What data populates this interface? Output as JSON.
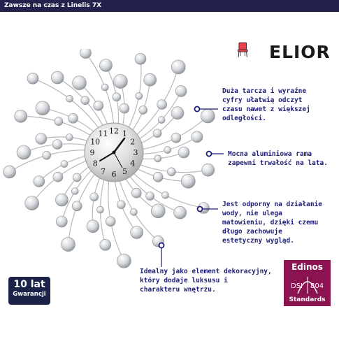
{
  "header": {
    "title": "Zawsze na czas z Linelis 7X"
  },
  "brand": {
    "name": "ELIOR"
  },
  "callouts": [
    "Duża tarcza i wyraźne\ncyfry ułatwią odczyt\nczasu nawet z większej\nodległości.",
    "Mocna aluminiowa rama\nzapewni trwałość na lata.",
    "Jest odporny na działanie\nwody, nie ulega\nmatowieniu, dzięki czemu\ndługo zachowuje\nestetyczny wygląd.",
    "Idealny jako element dekoracyjny,\nktóry dodaje luksusu i\ncharakteru wnętrzu."
  ],
  "clock": {
    "numbers": [
      "12",
      "1",
      "2",
      "3",
      "4",
      "5",
      "6",
      "7",
      "8",
      "9",
      "10",
      "11"
    ]
  },
  "guarantee": {
    "years": "10 lat",
    "label": "Gwarancji"
  },
  "edinos": {
    "name": "Edinos",
    "dsi": "DSI",
    "num": "804",
    "standards": "Standards"
  },
  "colors": {
    "header_bg": "#22224d",
    "text_accent": "#1e1e78",
    "edinos_bg": "#8b1450",
    "chair_red": "#e8404a"
  }
}
